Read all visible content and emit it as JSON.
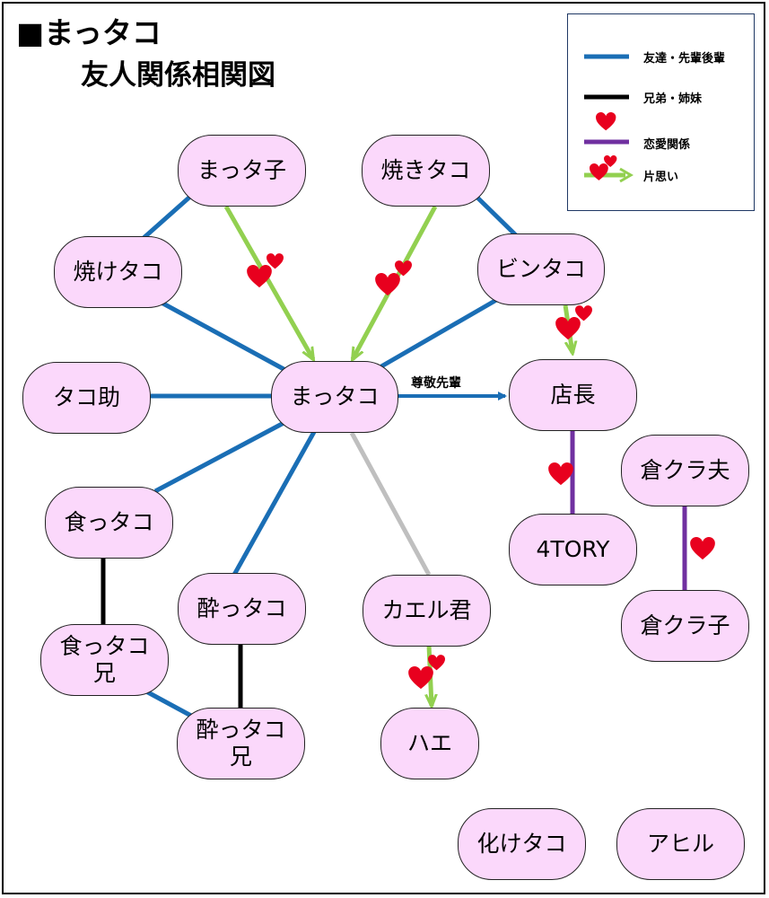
{
  "title": {
    "line1": "■まっタコ",
    "line2": "友人関係相関図"
  },
  "legend": {
    "friend": "友達・先輩後輩",
    "sibling": "兄弟・姉妹",
    "love": "恋愛関係",
    "crush": "片思い"
  },
  "colors": {
    "friend": "#1a6eb5",
    "sibling": "#000000",
    "love": "#7030a0",
    "crush": "#92d050",
    "gray": "#bfbfbf",
    "node_fill": "#fbd8fb",
    "heart": "#e8001e"
  },
  "edge_label": "尊敬先輩",
  "nodes": {
    "mattako": "まっタコ",
    "mattako_ko": "まっタ子",
    "yakitako": "焼きタコ",
    "yaketako": "焼けタコ",
    "bintako": "ビンタコ",
    "takosuke": "タコ助",
    "tencho": "店長",
    "kuttako": "食っタコ",
    "kuttako_ani": "食っタコ\n兄",
    "yottako": "酔っタコ",
    "yottako_ani": "酔っタコ\n兄",
    "kaerukun": "カエル君",
    "hae": "ハエ",
    "fourtory": "4TORY",
    "kurakurao": "倉クラ夫",
    "kurakurako": "倉クラ子",
    "baketako": "化けタコ",
    "ahiru": "アヒル"
  },
  "relations": [
    {
      "from": "まっタ子",
      "to": "焼けタコ",
      "type": "friend"
    },
    {
      "from": "焼けタコ",
      "to": "まっタコ",
      "type": "friend"
    },
    {
      "from": "焼きタコ",
      "to": "ビンタコ",
      "type": "friend"
    },
    {
      "from": "ビンタコ",
      "to": "まっタコ",
      "type": "friend"
    },
    {
      "from": "タコ助",
      "to": "まっタコ",
      "type": "friend"
    },
    {
      "from": "まっタコ",
      "to": "店長",
      "type": "friend-arrow"
    },
    {
      "from": "まっタコ",
      "to": "食っタコ",
      "type": "friend"
    },
    {
      "from": "まっタコ",
      "to": "酔っタコ",
      "type": "friend"
    },
    {
      "from": "まっタコ",
      "to": "カエル君",
      "type": "gray"
    },
    {
      "from": "食っタコ",
      "to": "食っタコ兄",
      "type": "sibling"
    },
    {
      "from": "食っタコ兄",
      "to": "酔っタコ兄",
      "type": "friend"
    },
    {
      "from": "酔っタコ",
      "to": "酔っタコ兄",
      "type": "sibling"
    },
    {
      "from": "まっタ子",
      "to": "まっタコ",
      "type": "crush"
    },
    {
      "from": "焼きタコ",
      "to": "まっタコ",
      "type": "crush"
    },
    {
      "from": "ビンタコ",
      "to": "店長",
      "type": "crush"
    },
    {
      "from": "カエル君",
      "to": "ハエ",
      "type": "crush"
    },
    {
      "from": "店長",
      "to": "4TORY",
      "type": "love"
    },
    {
      "from": "倉クラ夫",
      "to": "倉クラ子",
      "type": "love"
    }
  ]
}
